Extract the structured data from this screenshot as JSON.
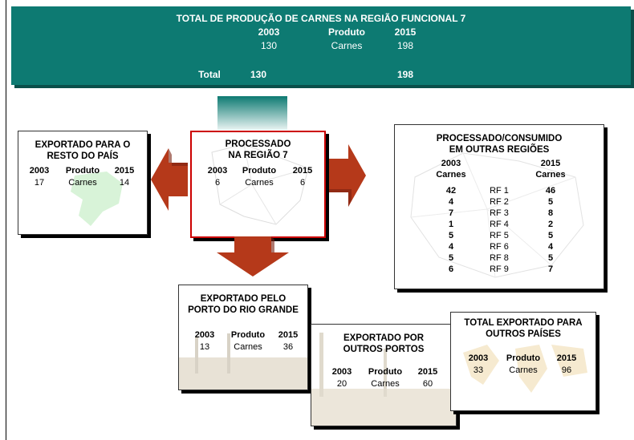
{
  "header": {
    "title": "TOTAL DE PRODUÇÃO DE CARNES NA REGIÃO FUNCIONAL 7",
    "col_2003": "2003",
    "col_produto": "Produto",
    "col_2015": "2015",
    "row_2003": "130",
    "row_produto": "Carnes",
    "row_2015": "198",
    "total_label": "Total",
    "total_2003": "130",
    "total_2015": "198"
  },
  "exportado_resto": {
    "title_line1": "EXPORTADO PARA O",
    "title_line2": "RESTO DO PAÍS",
    "h2003": "2003",
    "hprod": "Produto",
    "h2015": "2015",
    "v2003": "17",
    "vprod": "Carnes",
    "v2015": "14"
  },
  "processado": {
    "title_line1": "PROCESSADO",
    "title_line2": "NA REGIÃO 7",
    "h2003": "2003",
    "hprod": "Produto",
    "h2015": "2015",
    "v2003": "6",
    "vprod": "Carnes",
    "v2015": "6"
  },
  "outras_regioes": {
    "title_line1": "PROCESSADO/CONSUMIDO",
    "title_line2": "EM OUTRAS REGIÕES",
    "h2003": "2003",
    "hcarnes_left": "Carnes",
    "h2015": "2015",
    "hcarnes_right": "Carnes",
    "rows": [
      {
        "v2003": "42",
        "rf": "RF 1",
        "v2015": "46"
      },
      {
        "v2003": "4",
        "rf": "RF 2",
        "v2015": "5"
      },
      {
        "v2003": "7",
        "rf": "RF 3",
        "v2015": "8"
      },
      {
        "v2003": "1",
        "rf": "RF 4",
        "v2015": "2"
      },
      {
        "v2003": "5",
        "rf": "RF 5",
        "v2015": "5"
      },
      {
        "v2003": "4",
        "rf": "RF 6",
        "v2015": "4"
      },
      {
        "v2003": "5",
        "rf": "RF 8",
        "v2015": "5"
      },
      {
        "v2003": "6",
        "rf": "RF 9",
        "v2015": "7"
      }
    ]
  },
  "porto_rio_grande": {
    "title_line1": "EXPORTADO PELO",
    "title_line2": "PORTO DO RIO GRANDE",
    "h2003": "2003",
    "hprod": "Produto",
    "h2015": "2015",
    "v2003": "13",
    "vprod": "Carnes",
    "v2015": "36"
  },
  "outros_portos": {
    "title_line1": "EXPORTADO POR",
    "title_line2": "OUTROS PORTOS",
    "h2003": "2003",
    "hprod": "Produto",
    "h2015": "2015",
    "v2003": "20",
    "vprod": "Carnes",
    "v2015": "60"
  },
  "outros_paises": {
    "title_line1": "TOTAL EXPORTADO PARA",
    "title_line2": "OUTROS PAÍSES",
    "h2003": "2003",
    "hprod": "Produto",
    "h2015": "2015",
    "v2003": "33",
    "vprod": "Carnes",
    "v2015": "96"
  },
  "colors": {
    "banner": "#0d7a72",
    "arrow": "#b5391a",
    "highlight_border": "#cc0000"
  }
}
